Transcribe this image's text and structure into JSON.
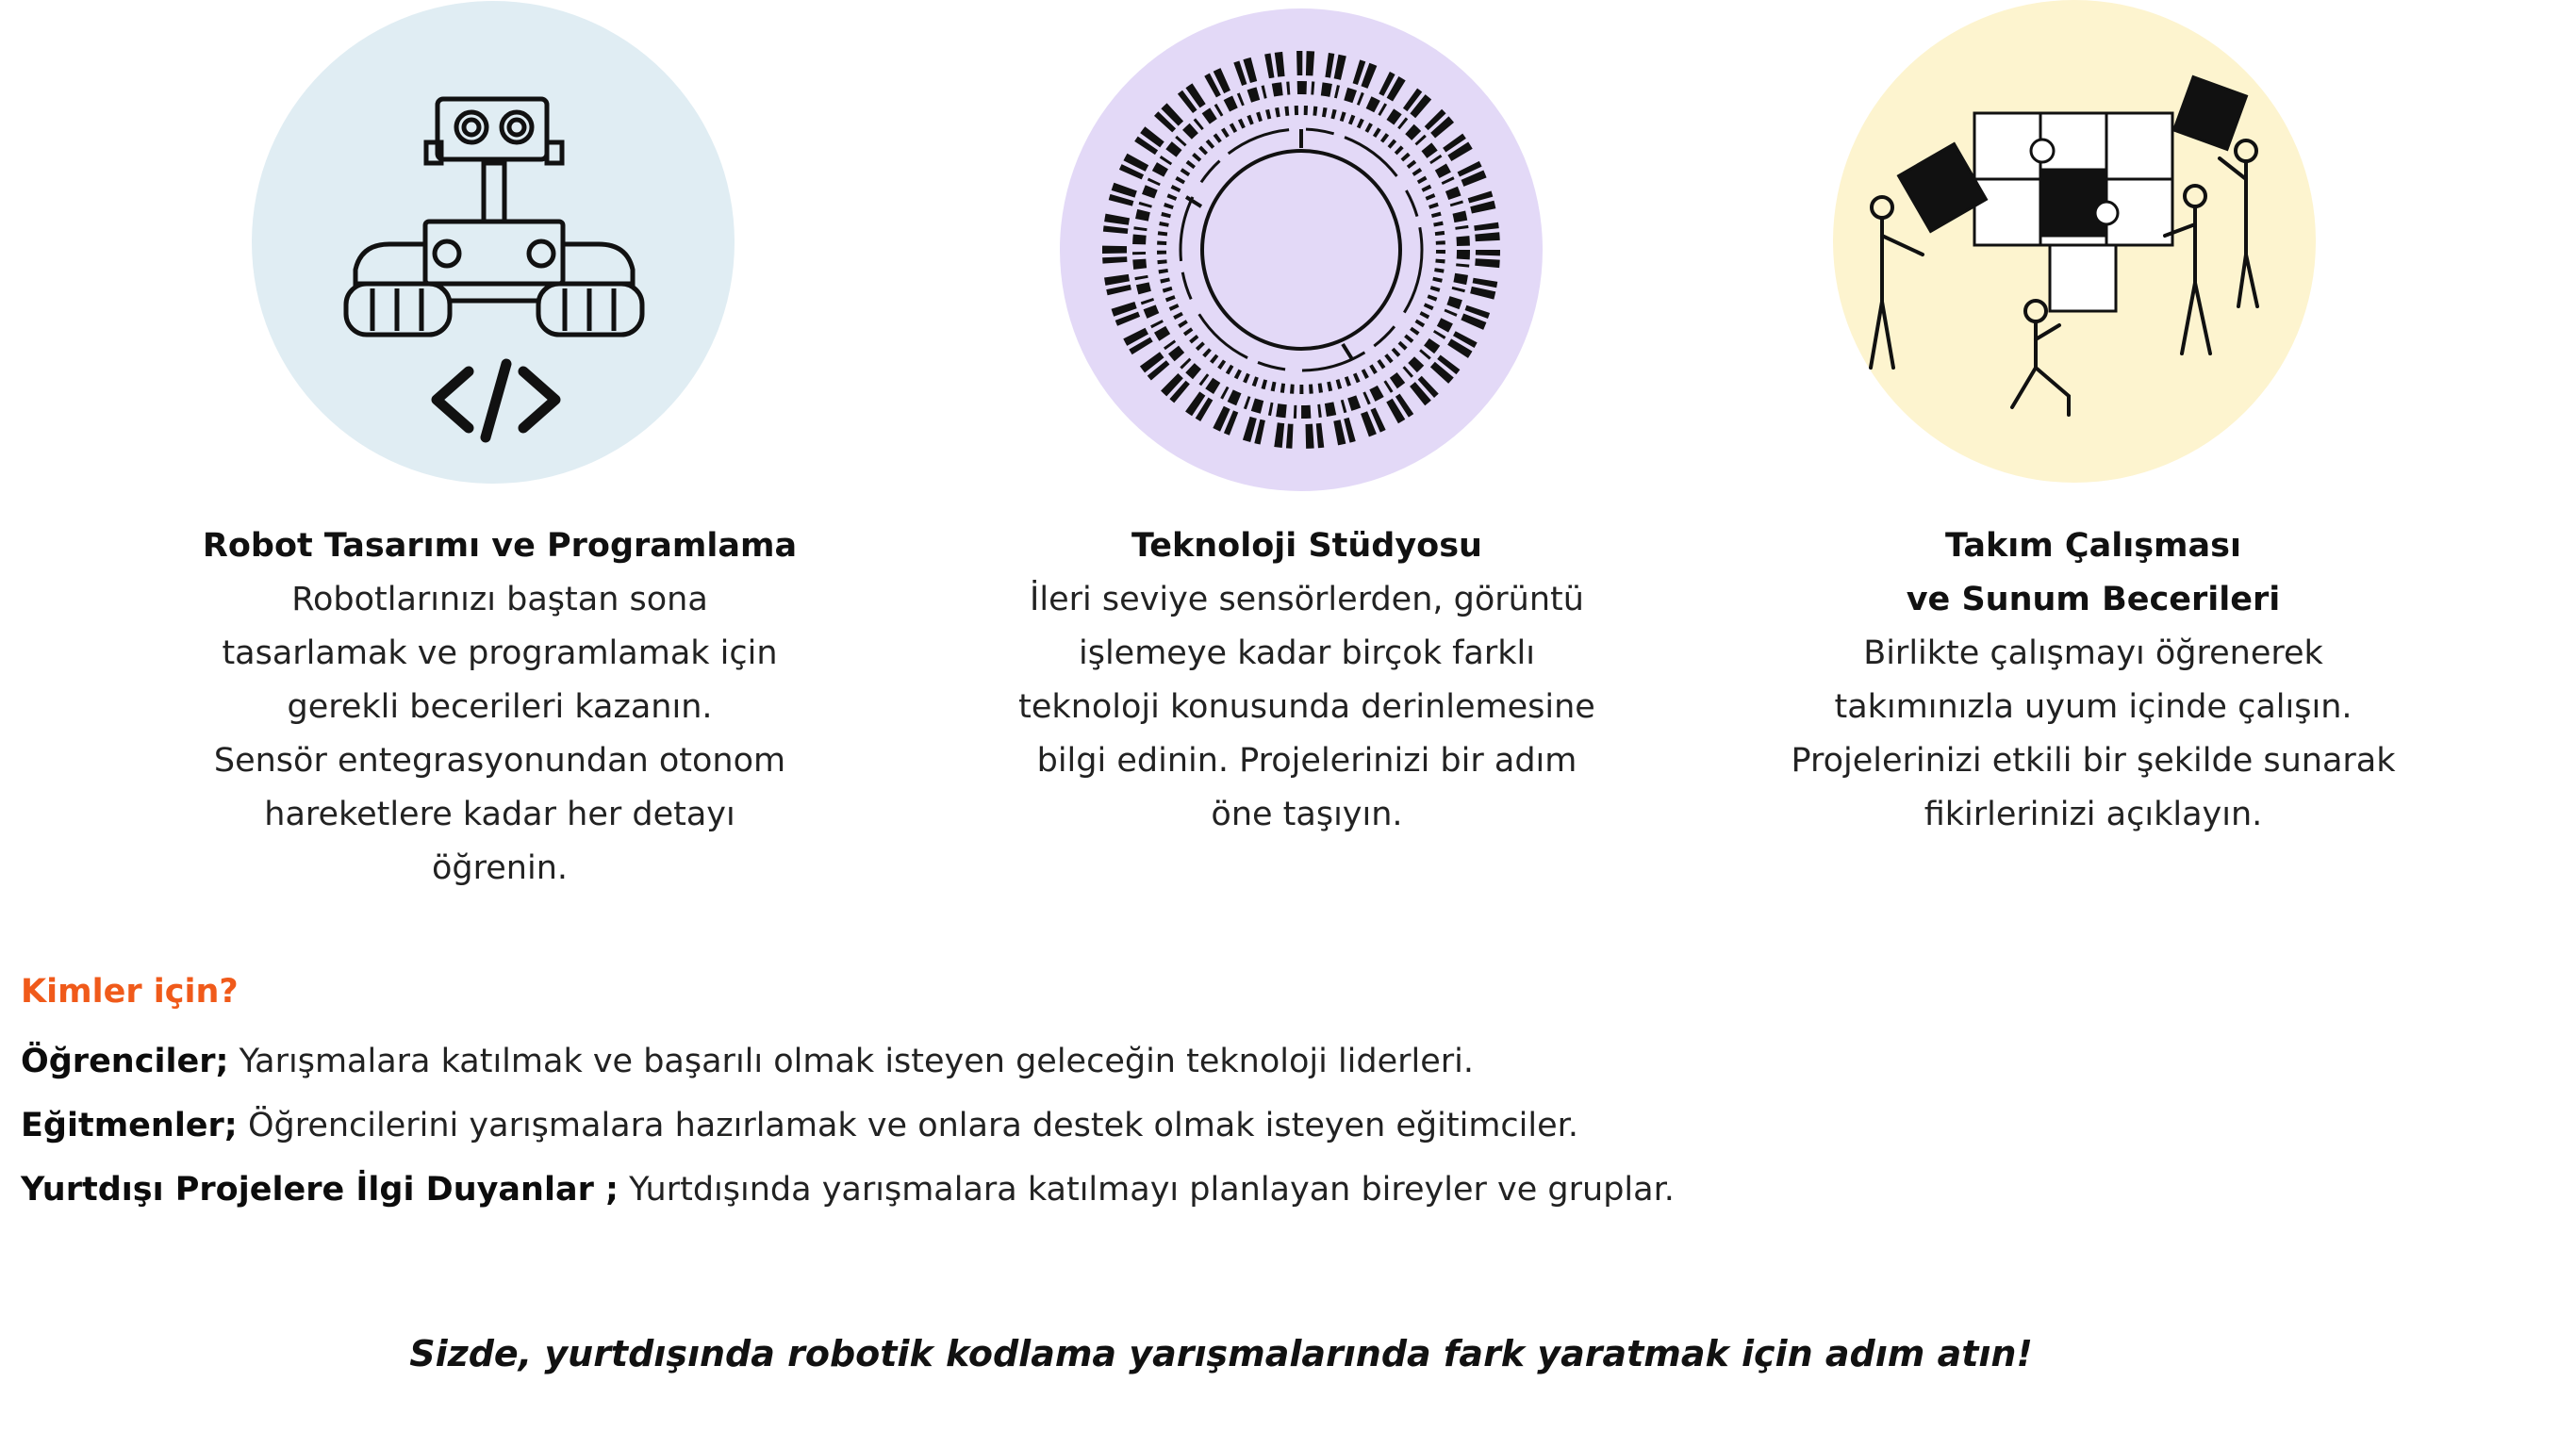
{
  "features": [
    {
      "title_lines": [
        "Robot Tasarımı ve Programlama"
      ],
      "text_lines": [
        "Robotlarınızı baştan sona",
        "tasarlamak ve programlamak için",
        "gerekli becerileri kazanın.",
        "Sensör entegrasyonundan otonom",
        "hareketlere kadar her detayı",
        "öğrenin."
      ],
      "icon": "robot-code-icon",
      "circle_color": "#e0edf3"
    },
    {
      "title_lines": [
        "Teknoloji Stüdyosu"
      ],
      "text_lines": [
        "İleri seviye sensörlerden, görüntü",
        "işlemeye kadar birçok farklı",
        "teknoloji konusunda derinlemesine",
        "bilgi edinin. Projelerinizi bir adım",
        "öne taşıyın."
      ],
      "icon": "tech-circle-icon",
      "circle_color": "#e3d9f7"
    },
    {
      "title_lines": [
        "Takım Çalışması",
        "ve Sunum Becerileri"
      ],
      "text_lines": [
        "Birlikte çalışmayı öğrenerek",
        "takımınızla uyum içinde çalışın.",
        "Projelerinizi etkili bir şekilde sunarak",
        "fikirlerinizi açıklayın."
      ],
      "icon": "puzzle-team-icon",
      "circle_color": "#fdf4cf"
    }
  ],
  "audience": {
    "heading": "Kimler için?",
    "items": [
      {
        "label": "Öğrenciler;",
        "text": " Yarışmalara katılmak ve başarılı olmak isteyen geleceğin teknoloji liderleri."
      },
      {
        "label": "Eğitmenler;",
        "text": " Öğrencilerini yarışmalara hazırlamak ve onlara destek olmak isteyen eğitimciler."
      },
      {
        "label": "Yurtdışı Projelere İlgi Duyanlar ;",
        "text": " Yurtdışında yarışmalara katılmayı planlayan bireyler ve gruplar."
      }
    ]
  },
  "cta": "Sizde, yurtdışında robotik kodlama yarışmalarında fark yaratmak için adım atın!",
  "colors": {
    "accent": "#f05a1a"
  }
}
